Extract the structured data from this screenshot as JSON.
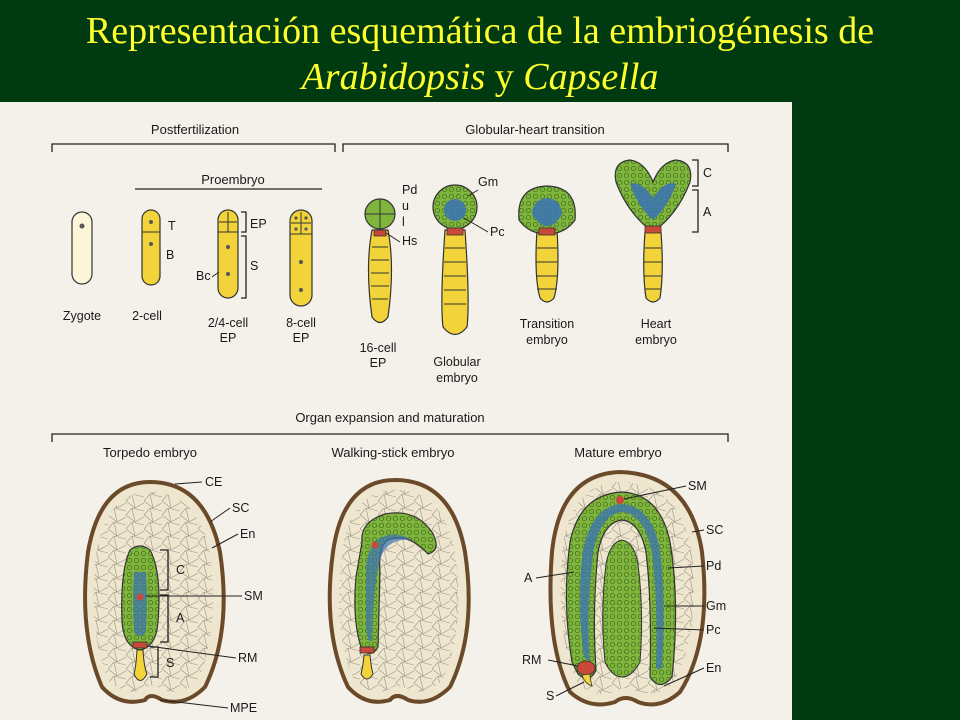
{
  "title": {
    "line1": "Representación esquemática de la embriogénesis de",
    "genus1": "Arabidopsis",
    "conj": " y ",
    "genus2": "Capsella"
  },
  "colors": {
    "background": "#003a10",
    "title": "#ffff2e",
    "figure_bg": "#f4f1ea",
    "suspensor": "#f2d43a",
    "embryo_green": "#7fb53c",
    "vascular_blue": "#3a73b5",
    "meristem_red": "#c8483a"
  },
  "figure": {
    "sections": {
      "postfert": "Postfertilization",
      "proembryo": "Proembryo",
      "globheart": "Globular-heart transition",
      "organ": "Organ expansion and maturation",
      "torpedo": "Torpedo embryo",
      "walking": "Walking-stick embryo",
      "mature": "Mature embryo"
    },
    "stages": {
      "zygote": "Zygote",
      "twocell": "2-cell",
      "fourcell_1": "2/4-cell",
      "fourcell_2": "EP",
      "eightcell_1": "8-cell",
      "eightcell_2": "EP",
      "sixteen_1": "16-cell",
      "sixteen_2": "EP",
      "globular_1": "Globular",
      "globular_2": "embryo",
      "transition_1": "Transition",
      "transition_2": "embryo",
      "heart_1": "Heart",
      "heart_2": "embryo"
    },
    "labels": {
      "T": "T",
      "B": "B",
      "EP": "EP",
      "S": "S",
      "Bc": "Bc",
      "Pd": "Pd",
      "u": "u",
      "l": "l",
      "Hs": "Hs",
      "Gm": "Gm",
      "Pc": "Pc",
      "C": "C",
      "A": "A",
      "CE": "CE",
      "SC": "SC",
      "En": "En",
      "SM": "SM",
      "RM": "RM",
      "MPE": "MPE"
    }
  }
}
